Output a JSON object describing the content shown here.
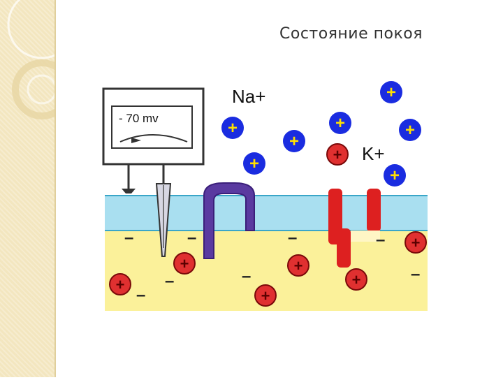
{
  "slide": {
    "title": "Состояние покоя"
  },
  "diagram": {
    "voltmeter_reading": "- 70 mv",
    "na_label": "Na+",
    "k_label": "K+",
    "plus_sign": "+",
    "minus_sign": "–"
  },
  "colors": {
    "sidebar": "#f3e6bf",
    "membrane": "#a9dff0",
    "cytoplasm": "#fbf19a",
    "sodium_ion": "#1a2ce0",
    "potassium_ion": "#e03030",
    "na_channel": "#5a3aa0",
    "k_channel": "#dd2020"
  }
}
